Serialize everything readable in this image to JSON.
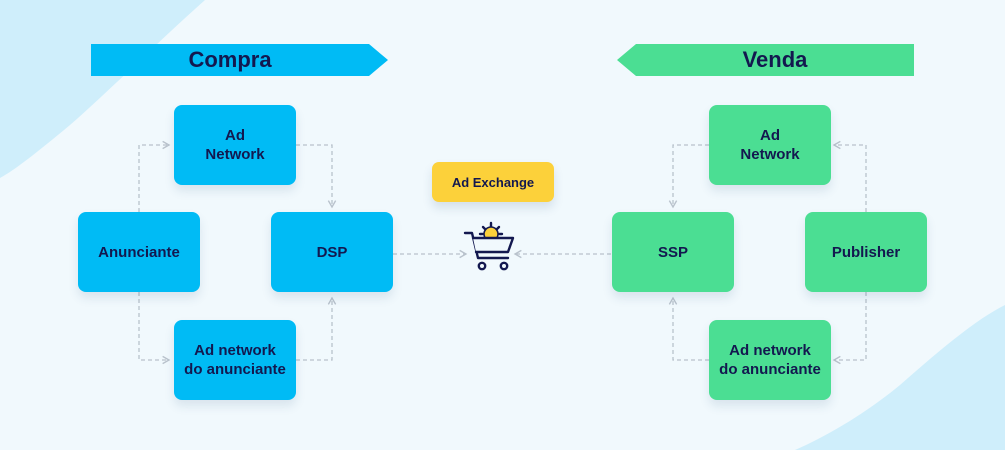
{
  "buy_side": {
    "banner": "Compra",
    "nodes": {
      "ad_network": "Ad\nNetwork",
      "advertiser": "Anunciante",
      "dsp": "DSP",
      "advertiser_network": "Ad network\ndo anunciante"
    }
  },
  "sell_side": {
    "banner": "Venda",
    "nodes": {
      "ad_network": "Ad\nNetwork",
      "ssp": "SSP",
      "publisher": "Publisher",
      "advertiser_network": "Ad network\ndo anunciante"
    }
  },
  "exchange": {
    "label": "Ad Exchange",
    "icon": "shopping-cart-gear-icon"
  },
  "colors": {
    "buy": "#00bbf5",
    "sell": "#4bde93",
    "exchange": "#fcd13a",
    "text": "#13184f",
    "connector": "#b9c2cc",
    "background": "#f1f9fd",
    "accent_blob": "#cfeefb"
  }
}
